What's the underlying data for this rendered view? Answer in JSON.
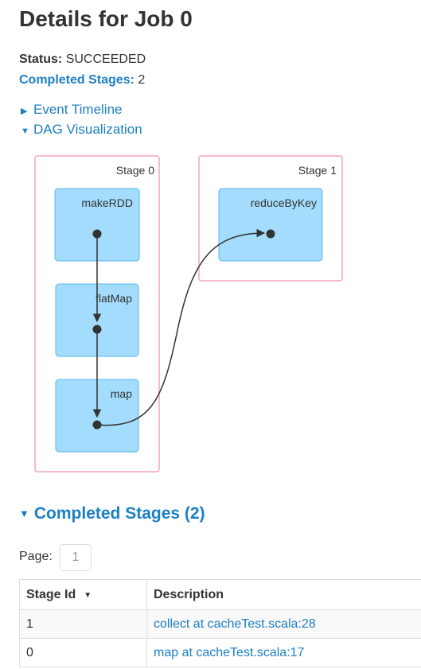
{
  "title": "Details for Job 0",
  "status": {
    "label": "Status:",
    "value": "SUCCEEDED"
  },
  "completed": {
    "label": "Completed Stages:",
    "value": "2"
  },
  "toggles": {
    "event_timeline": {
      "arrow": "▶",
      "label": "Event Timeline"
    },
    "dag_visualization": {
      "arrow": "▼",
      "label": "DAG Visualization"
    }
  },
  "dag": {
    "stages": [
      {
        "label": "Stage 0",
        "rdds": [
          "makeRDD",
          "flatMap",
          "map"
        ]
      },
      {
        "label": "Stage 1",
        "rdds": [
          "reduceByKey"
        ]
      }
    ]
  },
  "section": {
    "arrow": "▼",
    "title": "Completed Stages (2)"
  },
  "pagination": {
    "label": "Page:",
    "current": "1"
  },
  "table": {
    "headers": {
      "stage_id": "Stage Id",
      "sort_arrow": "▼",
      "description": "Description"
    },
    "rows": [
      {
        "stage_id": "1",
        "description": "collect at cacheTest.scala:28"
      },
      {
        "stage_id": "0",
        "description": "map at cacheTest.scala:17"
      }
    ]
  },
  "colors": {
    "link": "#1c7fc4",
    "stage_border": "#f2a7b5",
    "rdd_fill": "#a3dcfc",
    "rdd_border": "#5ab8ec"
  }
}
